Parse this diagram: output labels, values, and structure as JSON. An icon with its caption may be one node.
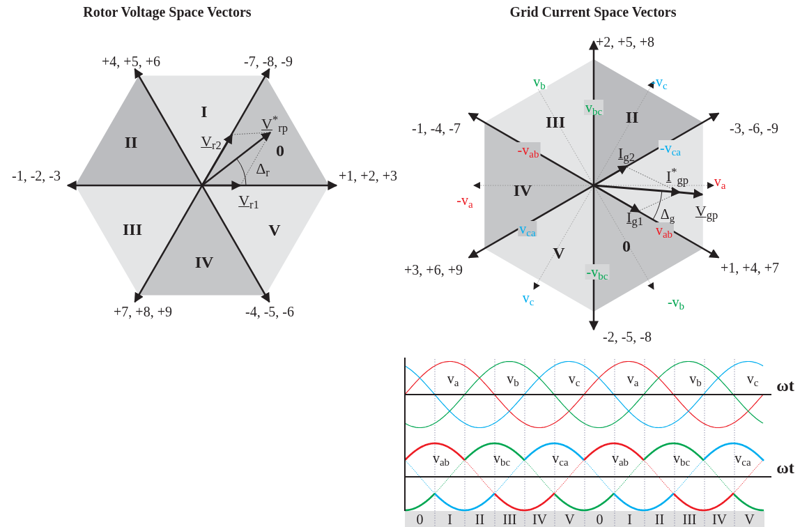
{
  "diagram": {
    "labels": [
      "Rotor Voltage Space Vectors",
      "+4, +5, +6",
      "-7, -8, -9",
      "II",
      "I",
      "V$_{r2}$",
      "V$^{*}$$_{rp}$",
      "0",
      "-1, -2, -3",
      "Δ$_{r}$",
      "+1, +2, +3",
      "V$_{r1}$",
      "III",
      "V",
      "IV",
      "+7, +8, +9",
      "-4, -5, -6",
      "Grid Current Space Vectors",
      "+2, +5, +8",
      "v$_{b}$",
      "-v$_{c}$",
      "-1, -4, -7",
      "III",
      "v$_{bc}$",
      "II",
      "-3, -6, -9",
      "-v$_{ab}$",
      "I$_{g2}$",
      "-v$_{ca}$",
      "-v$_{a}$",
      "IV",
      "I$^{*}$$_{gp}$",
      "v$_{a}$",
      "v$_{ca}$",
      "I$_{g1}$",
      "v$_{ab}$",
      "Δ$_{g}$",
      "V$_{gp}$",
      "V",
      "0",
      "+3, +6, +9",
      "-v$_{bc}$",
      "+1, +4, +7",
      "v$_{c}$",
      "-v$_{b}$",
      "-2, -5, -8",
      "v$_{a}$",
      "v$_{b}$",
      "v$_{c}$",
      "v$_{a}$",
      "v$_{b}$",
      "v$_{c}$",
      "ωt",
      "v$_{ab}$",
      "v$_{bc}$",
      "v$_{ca}$",
      "v$_{ab}$",
      "v$_{bc}$",
      "v$_{ca}$",
      "ωt",
      "0",
      "I",
      "II",
      "III",
      "IV",
      "V",
      "0",
      "I",
      "II",
      "III",
      "IV",
      "V"
    ]
  }
}
